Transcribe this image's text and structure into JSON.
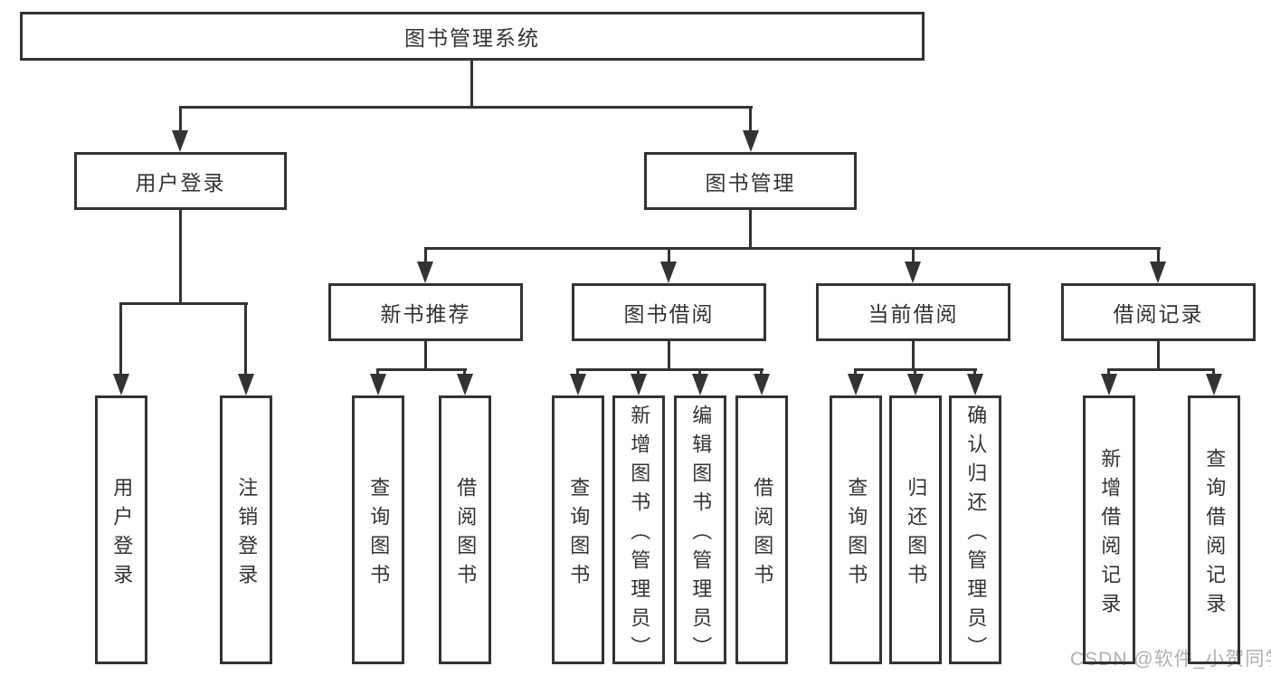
{
  "colors": {
    "line": "#333333",
    "text": "#333333",
    "watermark": "#b0b0b0",
    "bg": "#ffffff"
  },
  "watermark": {
    "text": "CSDN @软件_小贺同学"
  },
  "tree": {
    "root": {
      "label": "图书管理系统"
    },
    "branches": [
      {
        "label": "用户登录",
        "children": [
          "用户登录",
          "注销登录"
        ]
      },
      {
        "label": "图书管理",
        "children": [
          {
            "label": "新书推荐",
            "children": [
              "查询图书",
              "借阅图书"
            ]
          },
          {
            "label": "图书借阅",
            "children": [
              "查询图书",
              "新增图书（管理员）",
              "编辑图书（管理员）",
              "借阅图书"
            ]
          },
          {
            "label": "当前借阅",
            "children": [
              "查询图书",
              "归还图书",
              "确认归还（管理员）"
            ]
          },
          {
            "label": "借阅记录",
            "children": [
              "新增借阅记录",
              "查询借阅记录"
            ]
          }
        ]
      }
    ]
  }
}
